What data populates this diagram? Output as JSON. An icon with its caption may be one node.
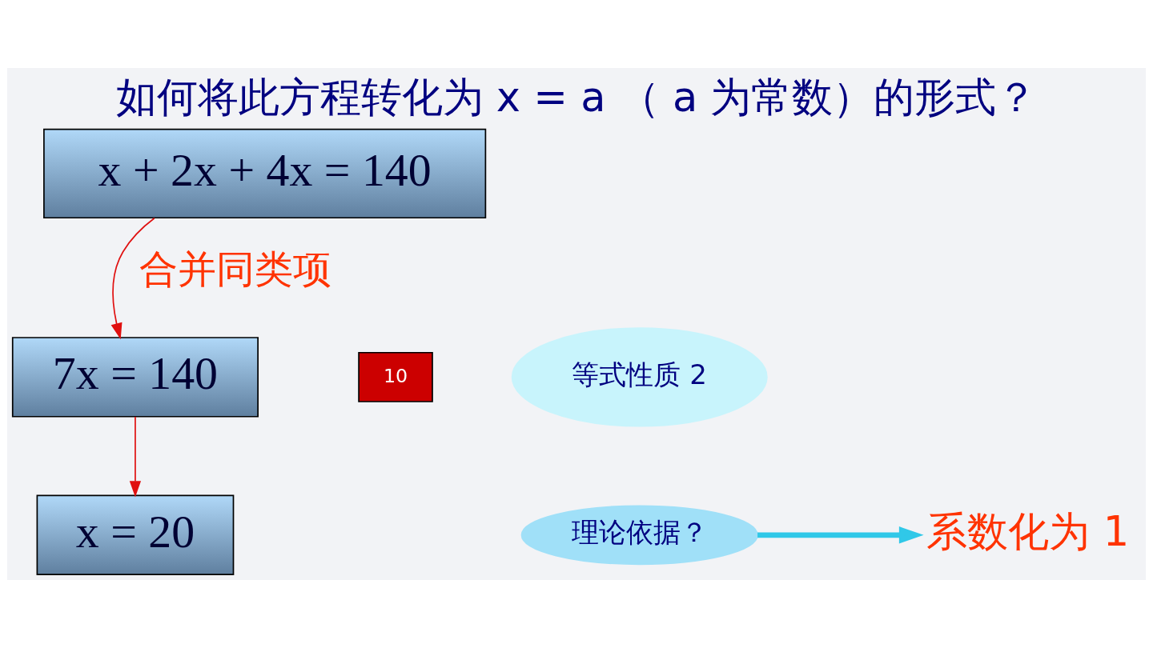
{
  "diagram": {
    "title": "如何将此方程转化为 x = a （ a 为常数）的形式？",
    "nodes": [
      {
        "text": [
          "x + 2x + 4x = 140"
        ]
      },
      {
        "text": [
          "7x = 140"
        ]
      },
      {
        "text": [
          "x = 20"
        ]
      },
      {
        "text": [
          "系数化为 1"
        ]
      },
      {
        "text": [
          "等式性质 2"
        ]
      },
      {
        "text": [
          "理论依据？"
        ]
      }
    ],
    "edges": [
      {
        "from": 0,
        "to": 1,
        "arrow": "to",
        "label": "合并同类项",
        "color": "#e01010"
      },
      {
        "from": 1,
        "to": 2,
        "arrow": "to",
        "color": "#e01010"
      },
      {
        "from": 5,
        "to": 3,
        "arrow": "to",
        "style": "thick",
        "color": "#30c8e8"
      }
    ],
    "labels": [
      "10"
    ]
  }
}
